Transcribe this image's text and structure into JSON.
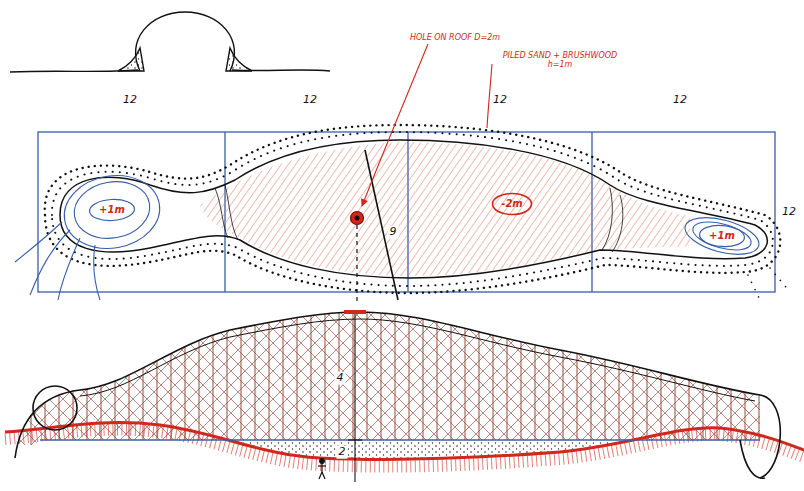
{
  "diagram": {
    "nodes": [
      {
        "text": [
          "+1m"
        ]
      },
      {
        "text": [
          "-2m"
        ]
      },
      {
        "text": [
          "+1m"
        ]
      }
    ],
    "labels": [
      "HOLE ON ROOF D=2m",
      "PILED SAND + BRUSHWOOD h=1m",
      "12",
      "12",
      "12",
      "12",
      "12",
      "9",
      "4",
      "2"
    ]
  }
}
